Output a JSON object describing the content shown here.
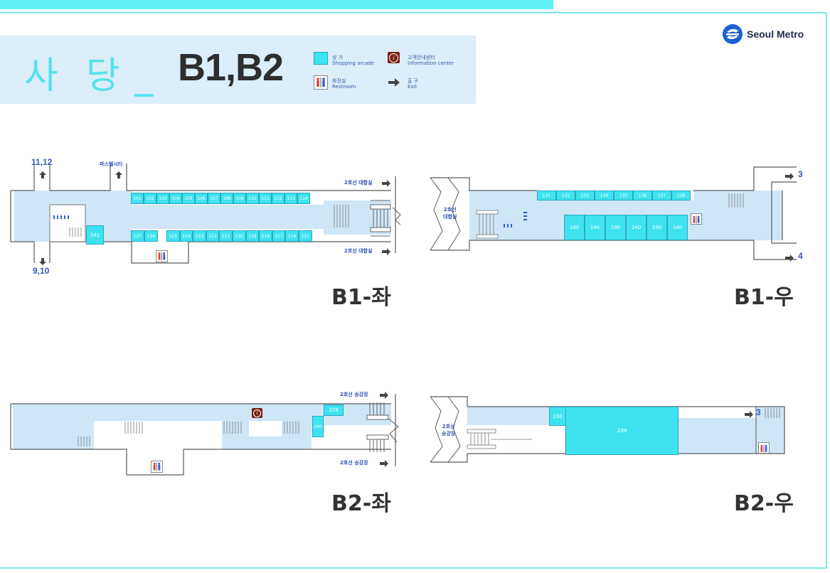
{
  "colors": {
    "accent": "#5ff0f5",
    "shop": "#3fe3f0",
    "corridor": "#cfe6f7",
    "wall": "#5a5a5a",
    "text_blue": "#2e4fb0",
    "info": "#7a2412",
    "restroom_red": "#e03a3a",
    "restroom_blue": "#2b5fd0"
  },
  "header": {
    "logo_text": "Seoul Metro",
    "station_name": "사  당 _",
    "floors": "B1,B2"
  },
  "legend": {
    "shop_ko": "상 가",
    "shop_en": "Shopping arcade",
    "info_ko": "고객안내센터",
    "info_en": "Information center",
    "restroom_ko": "화장실",
    "restroom_en": "Restroom",
    "exit_ko": "출 구",
    "exit_en": "Exit"
  },
  "maps": {
    "b1_left": {
      "label": "B1-좌",
      "exit_top": "11,12",
      "exit_bottom": "9,10",
      "pastel_city": "파스텔시티",
      "to_line2_top": "2호선 대합실",
      "to_line2_bottom": "2호선 대합실",
      "shops_top": [
        "101",
        "102",
        "103",
        "104",
        "105",
        "106",
        "107",
        "108",
        "109",
        "110",
        "111",
        "112",
        "113",
        "114"
      ],
      "shops_bottom": [
        "127",
        "126",
        "125",
        "124",
        "123",
        "122",
        "121",
        "120",
        "119",
        "118",
        "117",
        "116",
        "115"
      ],
      "shop_141": "141"
    },
    "b1_right": {
      "label": "B1-우",
      "hall": "2호선\n대합실",
      "exit_top": "3",
      "exit_bottom": "4",
      "shops_top": [
        "131",
        "132",
        "133",
        "134",
        "135",
        "136",
        "137",
        "138"
      ],
      "shops_140": [
        "140",
        "140",
        "140",
        "140",
        "140",
        "140"
      ]
    },
    "b2_left": {
      "label": "B2-좌",
      "platform_top": "2호선 승강장",
      "platform_bottom": "2호선 승강장",
      "shop_229": "229",
      "shop_240": "240"
    },
    "b2_right": {
      "label": "B2-우",
      "hall": "2호선\n승강장",
      "exit": "3",
      "shop_230": "230",
      "shop_239": "239"
    }
  }
}
